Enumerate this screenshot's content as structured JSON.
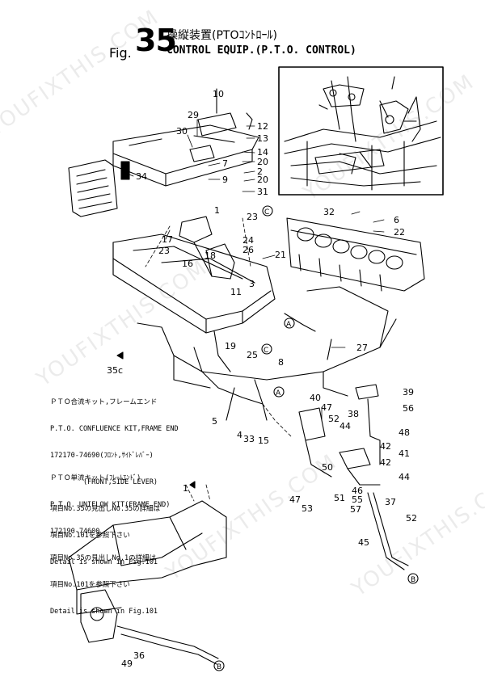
{
  "header": {
    "fig_label": "Fig.",
    "fig_number": "35",
    "title_ja": "操縦装置(PTOｺﾝﾄﾛｰﾙ)",
    "title_en": "CONTROL EQUIP.(P.T.O. CONTROL)"
  },
  "callouts": [
    "10",
    "29",
    "30",
    "12",
    "13",
    "14",
    "20",
    "2",
    "20",
    "31",
    "34",
    "7",
    "9",
    "1",
    "23",
    "32",
    "6",
    "22",
    "17",
    "16",
    "23",
    "24",
    "26",
    "21",
    "18",
    "11",
    "3",
    "27",
    "25",
    "19",
    "8",
    "39",
    "56",
    "40",
    "47",
    "52",
    "38",
    "44",
    "48",
    "42",
    "41",
    "42",
    "50",
    "44",
    "46",
    "55",
    "37",
    "57",
    "51",
    "53",
    "47",
    "52",
    "45",
    "5",
    "4",
    "33",
    "15",
    "1",
    "49",
    "36"
  ],
  "labels": {
    "view_35c": "35c",
    "ref_c1": "C",
    "ref_c2": "C",
    "ref_a1": "A",
    "ref_a2": "A",
    "ref_b1": "B",
    "ref_b2": "B"
  },
  "notes": {
    "confluence": [
      "ＰＴＯ合流キット,フレームエンド",
      "P.T.O. CONFLUENCE KIT,FRAME END",
      "172170-74690(ﾌﾛﾝﾄ,ｻｲﾄﾞﾚﾊﾞｰ)",
      "        (FRONT,SIDE LEVER)",
      "項目No.35の見出しNo.35の詳細は",
      "項目No.101を参照下さい",
      "Detail is shown in Fig.101"
    ],
    "uniflow": [
      "ＰＴＯ単流キット(ﾌﾚｰﾑｴﾝﾄﾞ)",
      "P.T.O. UNIFLOW KIT(FRAME END)",
      "172190-74600",
      "項目No.35の見出しNo.1の詳細は",
      "項目No.101を参照下さい",
      "Detail is shown in Fig.101"
    ]
  },
  "watermarks": [
    "YOUFIXTHIS.COM",
    "YOUFIXTHIS.COM",
    "YOUFIXTHIS.COM",
    "YOUFIXTHIS.COM",
    "YOUFIXTHIS.COM"
  ]
}
